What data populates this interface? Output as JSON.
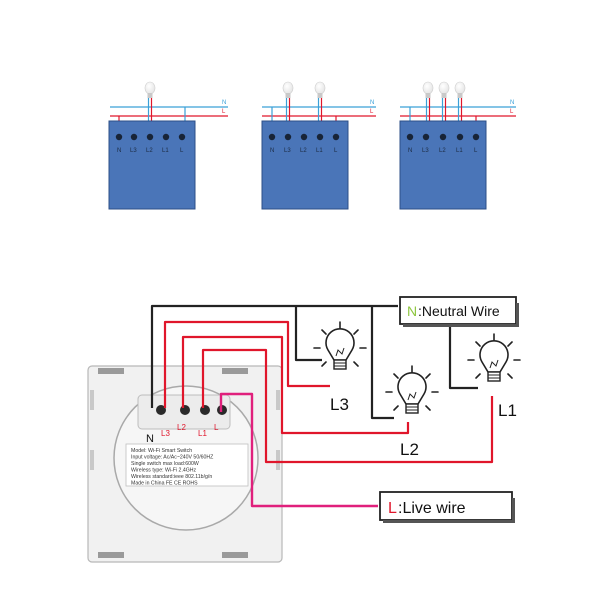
{
  "top_panels": {
    "neutral_label": "N",
    "live_label": "L",
    "terminal_labels": [
      "N",
      "L3",
      "L2",
      "L1",
      "L"
    ],
    "panels": [
      {
        "id": "one-gang",
        "bulbs": 1
      },
      {
        "id": "two-gang",
        "bulbs": 2
      },
      {
        "id": "three-gang",
        "bulbs": 3
      }
    ]
  },
  "main_diagram": {
    "neutral_callout": {
      "letter": "N",
      "text": ":Neutral Wire"
    },
    "live_callout": {
      "letter": "L",
      "text": ":Live wire"
    },
    "terminals": {
      "n": "N",
      "l3": "L3",
      "l2": "L2",
      "l1": "L1",
      "l": "L"
    },
    "bulb_labels": {
      "l3": "L3",
      "l2": "L2",
      "l1": "L1"
    },
    "sticker_lines": [
      "Model: Wi-Fi Smart Switch",
      "Input voltage: Ac/Ac~240V 50/60HZ",
      "Single switch max load:600W",
      "Wireless type: Wi-Fi 2.4GHz",
      "Wireless standard:ieee 802.11b/g/n",
      "Made in China FE  CE  ROHS"
    ],
    "colors": {
      "neutral": "#222222",
      "live": "#e0207c",
      "load": "#e0162b",
      "neutral_accent": "#8ec63f",
      "live_accent": "#e0162b"
    }
  }
}
